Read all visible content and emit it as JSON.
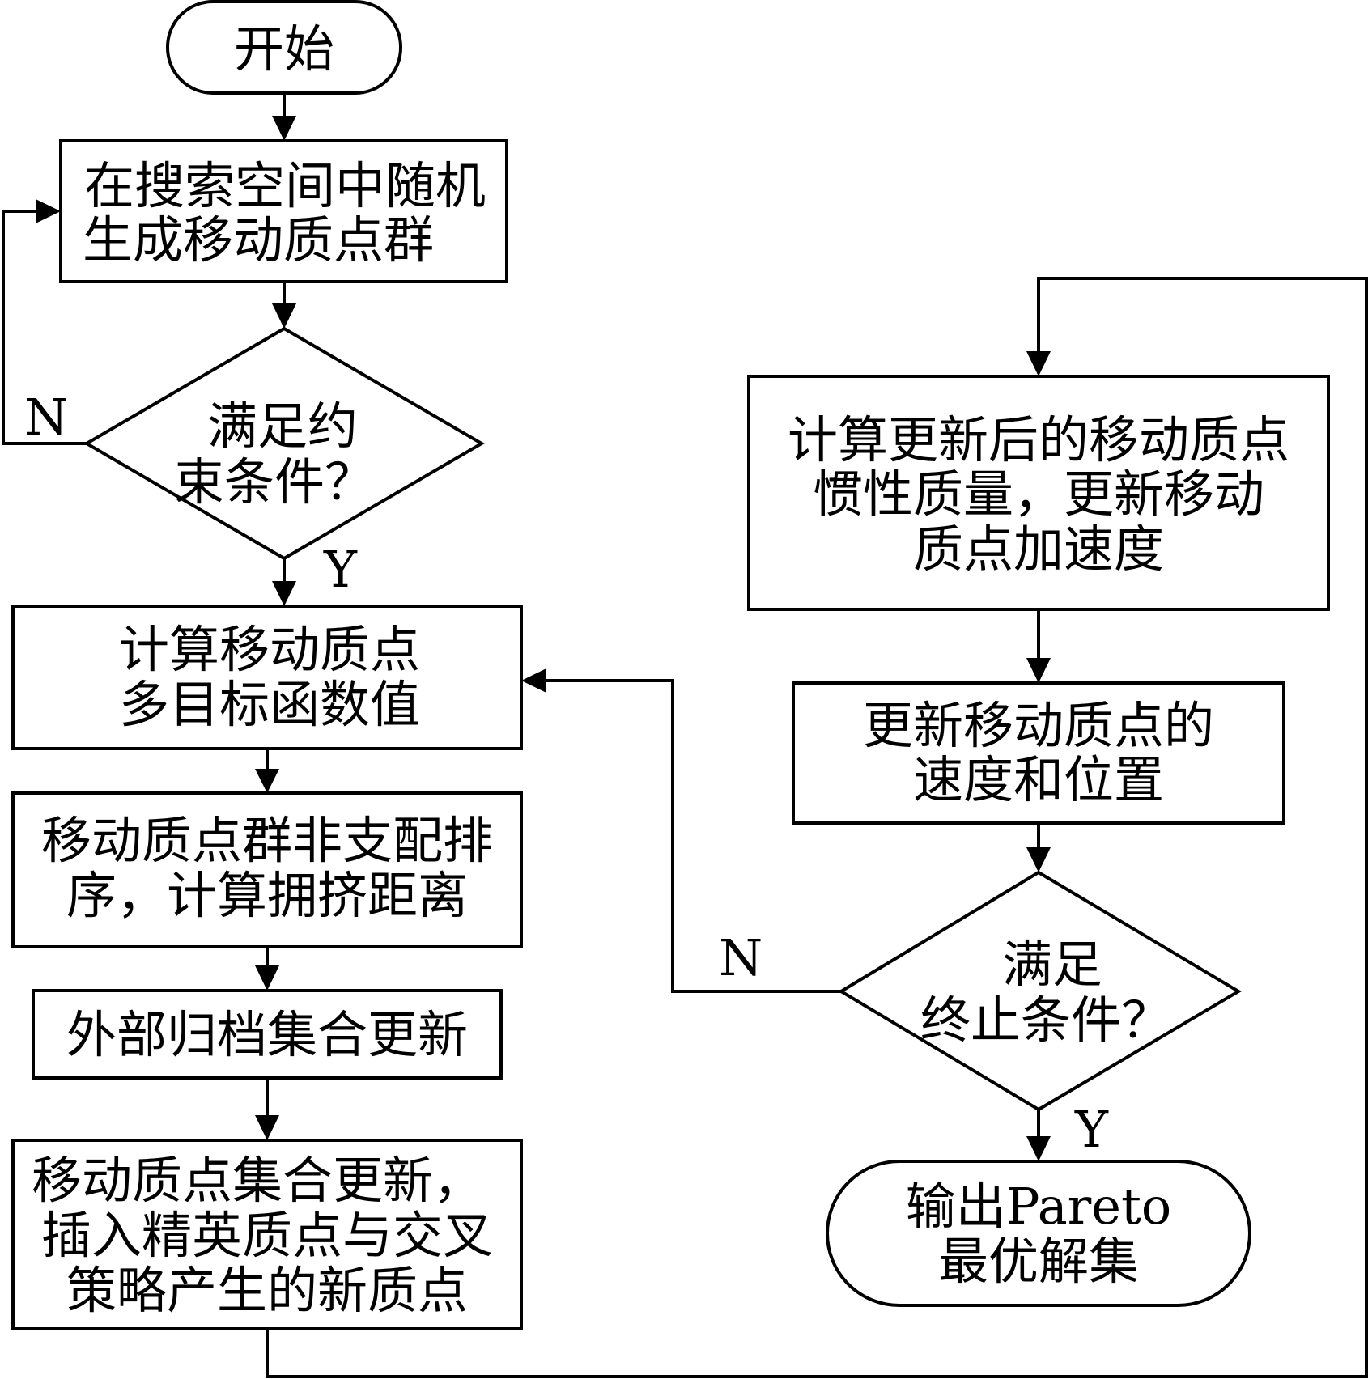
{
  "nodes": {
    "start": {
      "lines": [
        "开始"
      ]
    },
    "init": {
      "lines": [
        "在搜索空间中随机",
        "生成移动质点群"
      ]
    },
    "check_constraint": {
      "lines": [
        "满足约",
        "束条件？"
      ]
    },
    "calc_objectives": {
      "lines": [
        "计算移动质点",
        "多目标函数值"
      ]
    },
    "sort": {
      "lines": [
        "移动质点群非支配排",
        "序，计算拥挤距离"
      ]
    },
    "archive": {
      "lines": [
        "外部归档集合更新"
      ]
    },
    "update_set": {
      "lines": [
        "移动质点集合更新，",
        "插入精英质点与交叉",
        "策略产生的新质点"
      ]
    },
    "calc_mass": {
      "lines": [
        "计算更新后的移动质点",
        "惯性质量，更新移动",
        "质点加速度"
      ]
    },
    "update_velocity": {
      "lines": [
        "更新移动质点的",
        "速度和位置"
      ]
    },
    "check_stop": {
      "lines": [
        "满足",
        "终止条件？"
      ]
    },
    "output": {
      "lines": [
        "输出Pareto",
        "最优解集"
      ]
    }
  },
  "edge_labels": {
    "constraint_no": "N",
    "constraint_yes": "Y",
    "stop_no": "N",
    "stop_yes": "Y"
  }
}
